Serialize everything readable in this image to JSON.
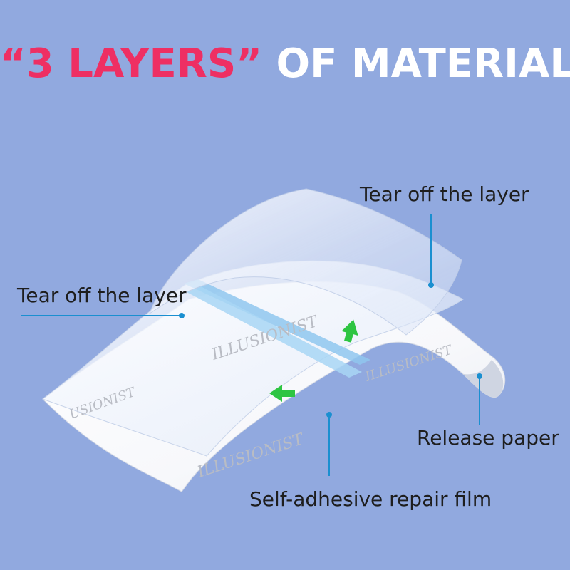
{
  "headline": {
    "highlight": "“3 LAYERS”",
    "rest": "OF MATERIAL"
  },
  "labels": {
    "top_tear": "Tear off the layer",
    "left_tear": "Tear off the layer",
    "release_paper": "Release paper",
    "repair_film": "Self-adhesive repair film"
  },
  "watermark": {
    "brand": "ILLUSIONIST",
    "fragment_a": "USIONIST",
    "fragment_b": "ILLUSIONIST"
  },
  "colors": {
    "background": "#91a9df",
    "headline_highlight": "#ee2f63",
    "headline_rest": "#ffffff",
    "leader_line": "#1a8fd0",
    "arrow": "#2ec542",
    "stripe": "#9fd0f2"
  },
  "icons": {
    "arrow_up": "green-up-arrow-icon",
    "arrow_left": "green-left-arrow-icon"
  }
}
